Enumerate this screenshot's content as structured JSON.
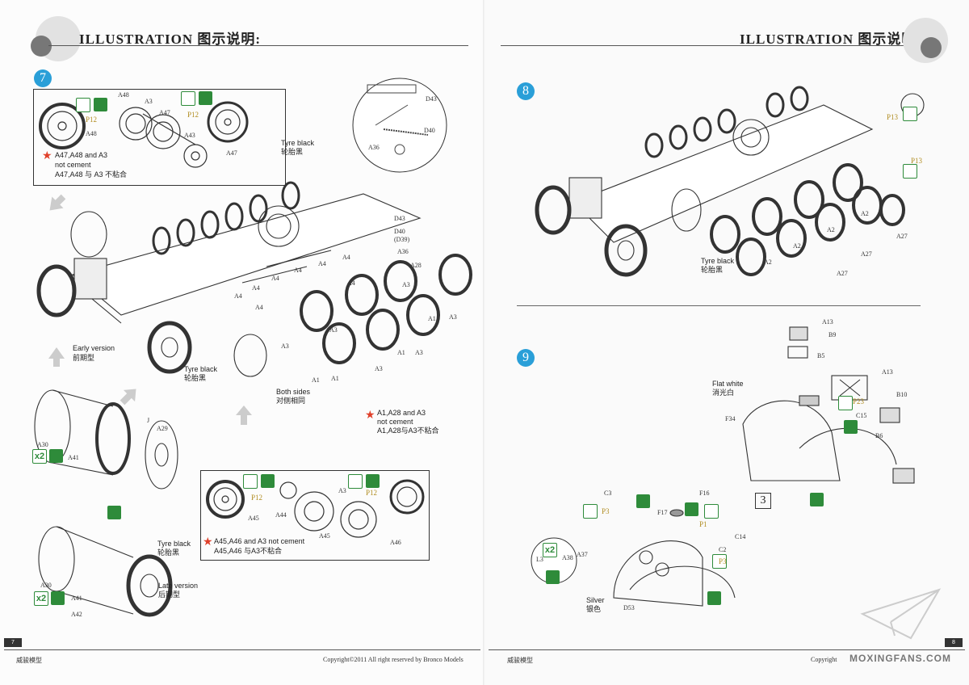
{
  "header": {
    "title_left": "ILLUSTRATION 图示说明:",
    "title_right": "ILLUSTRATION 图示说明:"
  },
  "steps": {
    "step7": "7",
    "step8": "8",
    "step9": "9",
    "sub3": "3"
  },
  "step7": {
    "box_top": {
      "labels": [
        "A48",
        "A3",
        "A47",
        "A43",
        "A48",
        "A47"
      ],
      "paint_a": "P12",
      "paint_b": "P12",
      "note_en": "A47,A48 and A3",
      "note_en2": "not cement",
      "note_cn": "A47,A48 与 A3 不粘合"
    },
    "callout": {
      "labels": [
        "D43",
        "D40",
        "A36"
      ]
    },
    "tyre_black_1_en": "Tyre black",
    "tyre_black_1_cn": "轮胎黑",
    "chassis_labels": [
      "D43",
      "D40",
      "(D39)",
      "A36",
      "A28",
      "A4",
      "A4",
      "A4",
      "A4",
      "A4",
      "A4",
      "A4",
      "A4",
      "A3",
      "A3",
      "A3",
      "A3",
      "A3",
      "A3",
      "A1",
      "A1",
      "A1",
      "A1"
    ],
    "early_en": "Early version",
    "early_cn": "前期型",
    "tyre_black_2_en": "Tyre black",
    "tyre_black_2_cn": "轮胎黑",
    "both_en": "Both sides",
    "both_cn": "对侧相同",
    "note2_en": "A1,A28 and A3",
    "note2_en2": "not cement",
    "note2_cn": "A1,A28与A3不粘合",
    "wheel_labels": [
      "A30",
      "J",
      "A29",
      "A41"
    ],
    "x2_a": "x2",
    "box_bottom": {
      "labels": [
        "A45",
        "A44",
        "A3",
        "A45",
        "A46"
      ],
      "paint_a": "P12",
      "paint_b": "P12",
      "note_en": "A45,A46 and A3 not cement",
      "note_cn": "A45,A46 与A3不粘合"
    },
    "late_labels": [
      "A30",
      "A41",
      "A42"
    ],
    "x2_b": "x2",
    "tyre_black_3_en": "Tyre black",
    "tyre_black_3_cn": "轮胎黑",
    "late_en": "Late version",
    "late_cn": "后期型"
  },
  "step8": {
    "paint_a": "P13",
    "paint_b": "P13",
    "tyre_black_en": "Tyre black",
    "tyre_black_cn": "轮胎黑",
    "labels": [
      "A2",
      "A2",
      "A2",
      "A2",
      "A27",
      "A27",
      "A27"
    ]
  },
  "step9": {
    "top_labels": [
      "A13",
      "B9",
      "B5",
      "A13",
      "B10",
      "B6",
      "C15",
      "F34"
    ],
    "paint_p23": "P23",
    "flat_en": "Flat white",
    "flat_cn": "消光白",
    "bottom_labels": [
      "C3",
      "F16",
      "F17",
      "C14",
      "C2",
      "L3",
      "A38",
      "A37",
      "D53"
    ],
    "paint_p3a": "P3",
    "paint_p1": "P1",
    "paint_p3b": "P3",
    "x2": "x2",
    "silver_en": "Silver",
    "silver_cn": "银色"
  },
  "footer": {
    "left_page": "7",
    "right_page": "8",
    "brand_left": "威骏模型",
    "brand_right": "威骏模型",
    "copyright": "Copyright©2011  All right reserved by Bronco Models",
    "copyright_right": "Copyright",
    "watermark": "MOXINGFANS.COM"
  },
  "colors": {
    "step_blue": "#2a9fd8",
    "icon_green": "#2e8b3a",
    "star_red": "#e0402a",
    "paint_gold": "#b08c20"
  }
}
